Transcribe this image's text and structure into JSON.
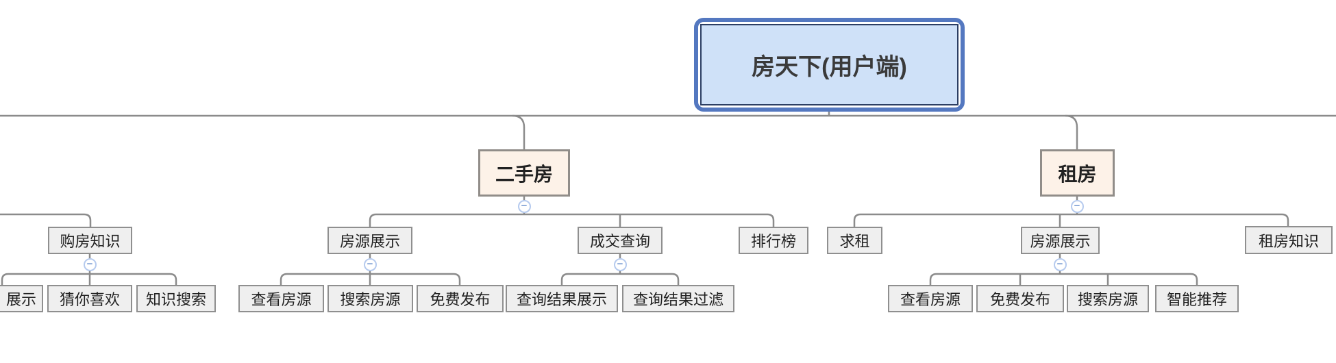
{
  "canvas": {
    "background": "#ffffff"
  },
  "nodes": {
    "root": {
      "label": "房天下(用户端)"
    },
    "ershoufang": {
      "label": "二手房"
    },
    "zufang": {
      "label": "租房"
    },
    "goufang_zhishi": {
      "label": "购房知识"
    },
    "fangyuan_zhanshi_1": {
      "label": "房源展示"
    },
    "chengjiao_chaxun": {
      "label": "成交查询"
    },
    "paihangbang": {
      "label": "排行榜"
    },
    "qiuzu": {
      "label": "求租"
    },
    "fangyuan_zhanshi_2": {
      "label": "房源展示"
    },
    "zufang_zhishi": {
      "label": "租房知识"
    },
    "zhanshi_clipped": {
      "label": "展示"
    },
    "cai_ni_xihuan": {
      "label": "猜你喜欢"
    },
    "zhishi_sousuo": {
      "label": "知识搜索"
    },
    "chakan_fangyuan_1": {
      "label": "查看房源"
    },
    "sousuo_fangyuan_1": {
      "label": "搜索房源"
    },
    "mianfei_fabu_1": {
      "label": "免费发布"
    },
    "chaxun_jieguo_zhanshi": {
      "label": "查询结果展示"
    },
    "chaxun_jieguo_guolv": {
      "label": "查询结果过滤"
    },
    "chakan_fangyuan_2": {
      "label": "查看房源"
    },
    "mianfei_fabu_2": {
      "label": "免费发布"
    },
    "sousuo_fangyuan_2": {
      "label": "搜索房源"
    },
    "zhineng_tuijian": {
      "label": "智能推荐"
    }
  },
  "structure": {
    "root_children_visible": [
      "ershoufang",
      "zufang"
    ],
    "ershoufang_children": [
      "fangyuan_zhanshi_1",
      "chengjiao_chaxun",
      "paihangbang"
    ],
    "zufang_children": [
      "qiuzu",
      "fangyuan_zhanshi_2",
      "zufang_zhishi"
    ],
    "goufang_zhishi_children": [
      "zhanshi_clipped",
      "cai_ni_xihuan",
      "zhishi_sousuo"
    ],
    "fangyuan_zhanshi_1_children": [
      "chakan_fangyuan_1",
      "sousuo_fangyuan_1",
      "mianfei_fabu_1"
    ],
    "chengjiao_chaxun_children": [
      "chaxun_jieguo_zhanshi",
      "chaxun_jieguo_guolv"
    ],
    "fangyuan_zhanshi_2_children": [
      "chakan_fangyuan_2",
      "mianfei_fabu_2",
      "sousuo_fangyuan_2",
      "zhineng_tuijian"
    ]
  },
  "icons": {
    "collapse_glyph": "−"
  },
  "colors": {
    "connector_line": "#8b8b8b",
    "node_fill": "#efefef",
    "node_border": "#8f8f8f",
    "branch_fill": "#fdf2e8",
    "branch_border": "#918d89",
    "root_fill": "#cfe1f8",
    "root_outer_border": "#5478c0",
    "root_inner_border": "#2c3e63",
    "text": "#212121",
    "collapse_circle": "#b5caee",
    "collapse_minus": "#7e9fd4"
  }
}
